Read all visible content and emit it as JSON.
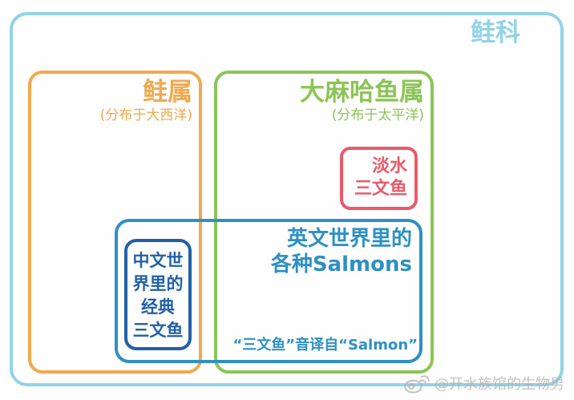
{
  "diagram": {
    "family": {
      "label": "鲑科"
    },
    "salmo": {
      "label": "鲑属",
      "note": "(分布于大西洋)"
    },
    "oncorhynchus": {
      "label": "大麻哈鱼属",
      "note": "(分布于太平洋)"
    },
    "freshwater": {
      "line1": "淡水",
      "line2": "三文鱼"
    },
    "english": {
      "line1": "英文世界里的",
      "line2": "各种Salmons",
      "footnote": "“三文鱼”音译自“Salmon”"
    },
    "classic": {
      "line1": "中文世",
      "line2": "界里的",
      "line3": "经典",
      "line4": "三文鱼"
    },
    "watermark": {
      "handle": "@开水族馆的生物男"
    }
  },
  "colors": {
    "family_cyan": "#92d3e7",
    "salmo_orange": "#f1a94e",
    "oncorhynchus_green": "#8cc455",
    "freshwater_red": "#e85a6b",
    "english_blue": "#2e90c4",
    "classic_dark_blue": "#2160a8",
    "watermark_gray": "#afafaf",
    "background": "#ffffff"
  }
}
